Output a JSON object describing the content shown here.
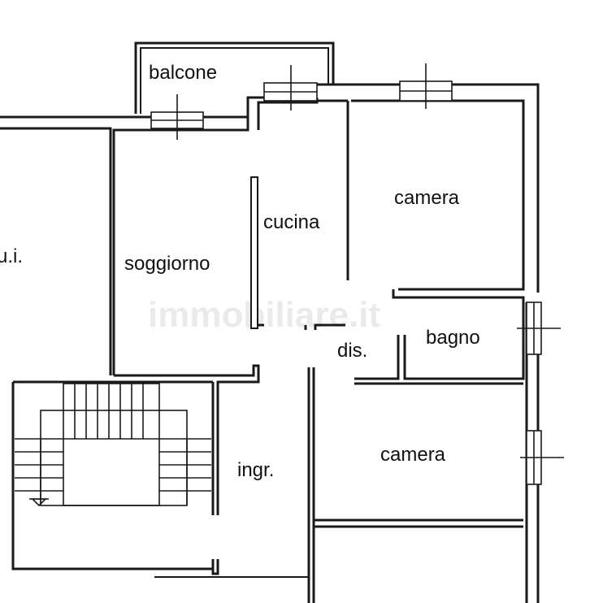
{
  "rooms": {
    "balcone": "balcone",
    "cucina": "cucina",
    "camera_top": "camera",
    "soggiorno": "soggiorno",
    "ui": "u.i.",
    "bagno": "bagno",
    "dis": "dis.",
    "camera_bottom": "camera",
    "ingr": "ingr."
  },
  "watermark": "immobiliare.it"
}
